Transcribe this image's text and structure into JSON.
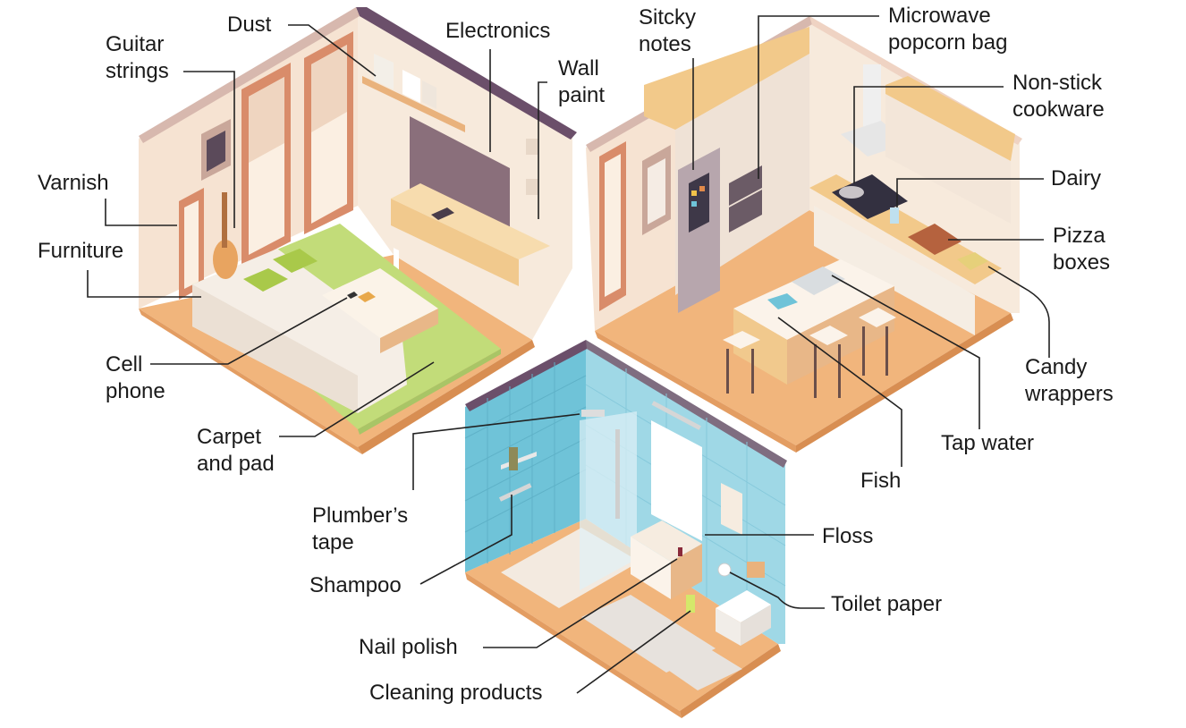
{
  "labels": {
    "dust": "Dust",
    "guitar_strings": [
      "Guitar",
      "strings"
    ],
    "electronics": "Electronics",
    "wall_paint": [
      "Wall",
      "paint"
    ],
    "sticky_notes": [
      "Sitcky",
      "notes"
    ],
    "microwave_popcorn_bag": [
      "Microwave",
      "popcorn bag"
    ],
    "non_stick_cookware": [
      "Non-stick",
      "cookware"
    ],
    "varnish": "Varnish",
    "furniture": "Furniture",
    "dairy": "Dairy",
    "pizza_boxes": [
      "Pizza",
      "boxes"
    ],
    "cell_phone": [
      "Cell",
      "phone"
    ],
    "candy_wrappers": [
      "Candy",
      "wrappers"
    ],
    "carpet_and_pad": [
      "Carpet",
      "and pad"
    ],
    "tap_water": "Tap water",
    "fish": "Fish",
    "plumbers_tape": [
      "Plumber’s",
      "tape"
    ],
    "floss": "Floss",
    "shampoo": "Shampoo",
    "toilet_paper": "Toilet paper",
    "nail_polish": "Nail polish",
    "cleaning_products": "Cleaning products"
  },
  "colors": {
    "floor": "#f1b57c",
    "wall": "#f6e3d2",
    "window_frame": "#d98c6a",
    "carpet": "#c2dc79",
    "sofa": "#f5eee6",
    "tv": "#8a6f7b",
    "tile": "#6fc3d8",
    "counter": "#f2c98a",
    "roof_edge": "#6b4f6a"
  }
}
